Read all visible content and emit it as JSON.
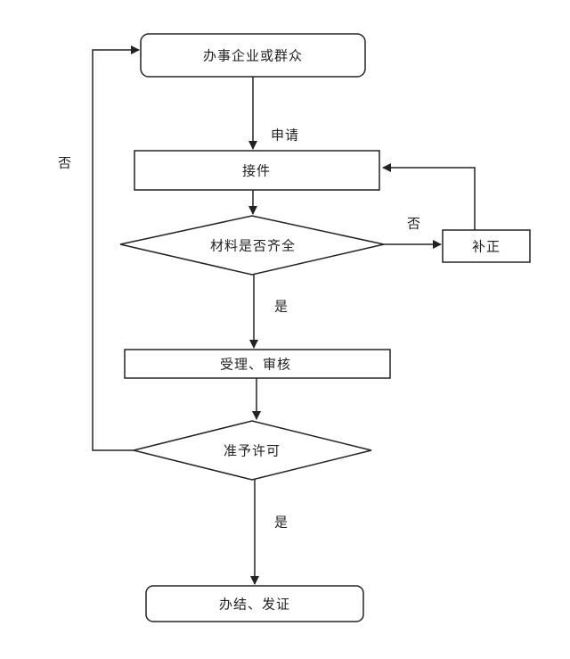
{
  "nodes": {
    "start": "办事企业或群众",
    "receive": "接件",
    "check_materials": "材料是否齐全",
    "supplement": "补正",
    "accept_review": "受理、审核",
    "approve": "准予许可",
    "issue": "办结、发证"
  },
  "edges": {
    "apply": "申请",
    "materials_no": "否",
    "materials_yes": "是",
    "approve_no": "否",
    "approve_yes": "是"
  }
}
